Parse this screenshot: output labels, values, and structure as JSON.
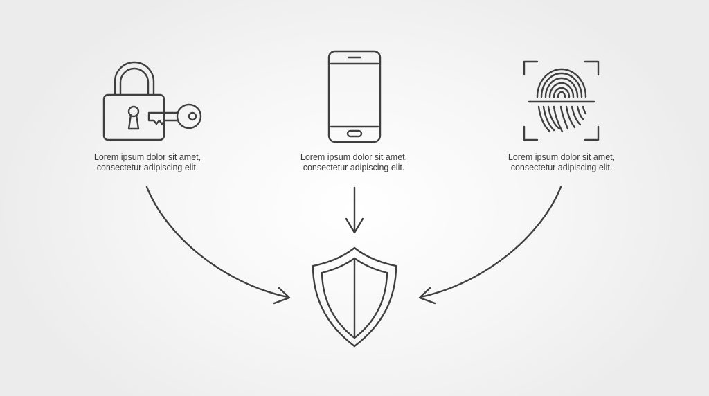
{
  "diagram": {
    "nodes": [
      {
        "id": "padlock-key",
        "icon": "padlock-key-icon",
        "caption_line1": "Lorem ipsum dolor sit amet,",
        "caption_line2": "consectetur adipiscing elit."
      },
      {
        "id": "smartphone",
        "icon": "smartphone-icon",
        "caption_line1": "Lorem ipsum dolor sit amet,",
        "caption_line2": "consectetur adipiscing elit."
      },
      {
        "id": "fingerprint",
        "icon": "fingerprint-scan-icon",
        "caption_line1": "Lorem ipsum dolor sit amet,",
        "caption_line2": "consectetur adipiscing elit."
      }
    ],
    "target": {
      "id": "shield",
      "icon": "shield-icon"
    },
    "edges": [
      {
        "from": "padlock-key",
        "to": "shield"
      },
      {
        "from": "smartphone",
        "to": "shield"
      },
      {
        "from": "fingerprint",
        "to": "shield"
      }
    ],
    "colors": {
      "stroke": "#3f3f3f",
      "text": "#3a3a3a",
      "background": "#f4f4f4"
    }
  }
}
